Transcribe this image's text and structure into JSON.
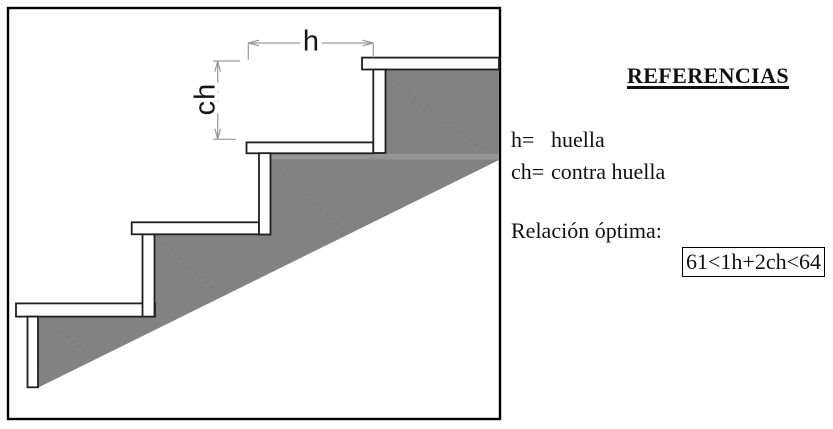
{
  "diagram": {
    "labels": {
      "tread": "h",
      "riser": "ch"
    },
    "colors": {
      "concrete": "#828282",
      "highlight_band": "#9b9b9b",
      "slab_fill": "#fefefe",
      "outline": "#1f1f1f",
      "dimension_line": "#9a9a9a"
    }
  },
  "references": {
    "title": "REFERENCIAS",
    "definitions": [
      {
        "symbol": "h=",
        "meaning": "huella"
      },
      {
        "symbol": "ch=",
        "meaning": "contra huella"
      }
    ],
    "relation_label": "Relación óptima:",
    "relation_formula": "61<1h+2ch<64"
  }
}
